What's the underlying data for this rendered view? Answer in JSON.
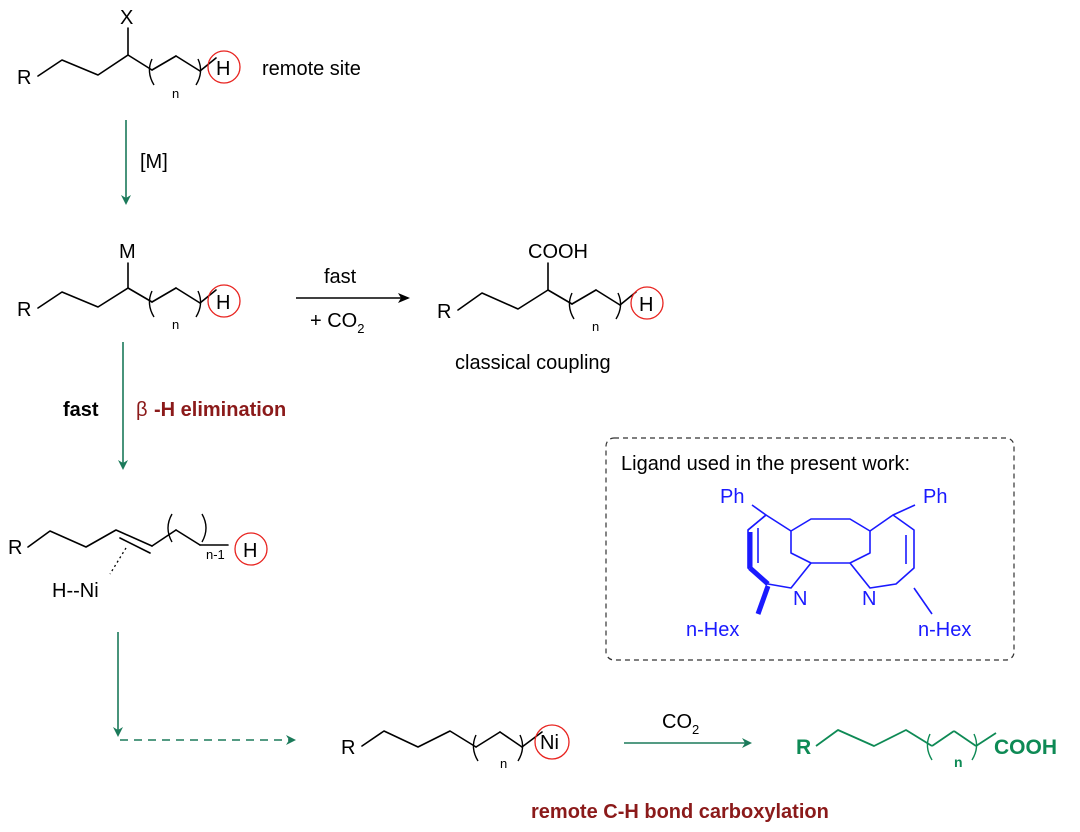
{
  "substrate": {
    "leaving_group": "X",
    "r_group": "R",
    "remote_h": "H",
    "n": "n",
    "remote_label": "remote site"
  },
  "step1": {
    "reagent": "[M]"
  },
  "organometal": {
    "metal": "M",
    "r_group": "R",
    "h": "H",
    "n": "n"
  },
  "classical": {
    "arrow_top": "fast",
    "arrow_bottom": "+ CO",
    "arrow_bottom_sub": "2",
    "group": "COOH",
    "r_group": "R",
    "h": "H",
    "n": "n",
    "caption": "classical coupling"
  },
  "step2": {
    "bold_label": "fast",
    "beta": "β",
    "elim_label": "-H elimination"
  },
  "alkene": {
    "r_group": "R",
    "h": "H",
    "n": "n-1",
    "hni": "H--Ni"
  },
  "ligand_box": {
    "title": "Ligand used in the present work:",
    "ph1": "Ph",
    "ph2": "Ph",
    "n1": "N",
    "n2": "N",
    "hex1": "n-Hex",
    "hex2": "n-Hex"
  },
  "nickel": {
    "r_group": "R",
    "metal": "Ni",
    "n": "n"
  },
  "carbox": {
    "reagent": "CO",
    "reagent_sub": "2"
  },
  "product": {
    "r_group": "R",
    "group": "COOH",
    "n": "n"
  },
  "final_label": "remote C-H bond carboxylation",
  "colors": {
    "arrow": "#1b7a5a",
    "highlight": "#e8231f",
    "ligand": "#1a1aff",
    "product": "#0e8a55",
    "label_red": "#8b1a1a"
  }
}
